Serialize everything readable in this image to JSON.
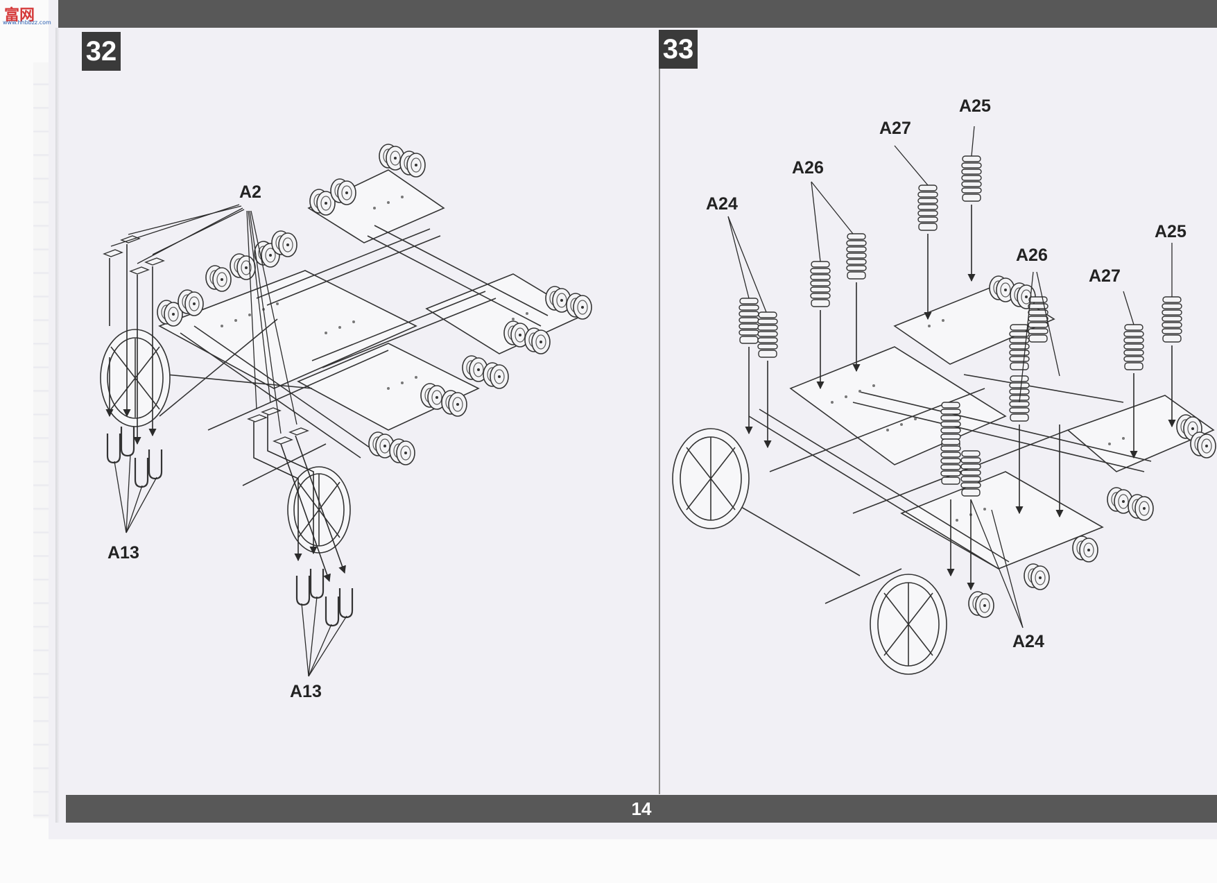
{
  "watermark": {
    "text": "富网",
    "sub": "www.hhbbzz.com"
  },
  "page_number": "14",
  "steps": [
    {
      "number": "32",
      "labels": [
        "A2",
        "A13",
        "A13"
      ]
    },
    {
      "number": "33",
      "labels": [
        "A24",
        "A26",
        "A27",
        "A25",
        "A25",
        "A26",
        "A27",
        "A24"
      ]
    }
  ],
  "colors": {
    "bar": "#585858",
    "paper": "#f1f0f5",
    "ink": "#2b2b2b"
  }
}
